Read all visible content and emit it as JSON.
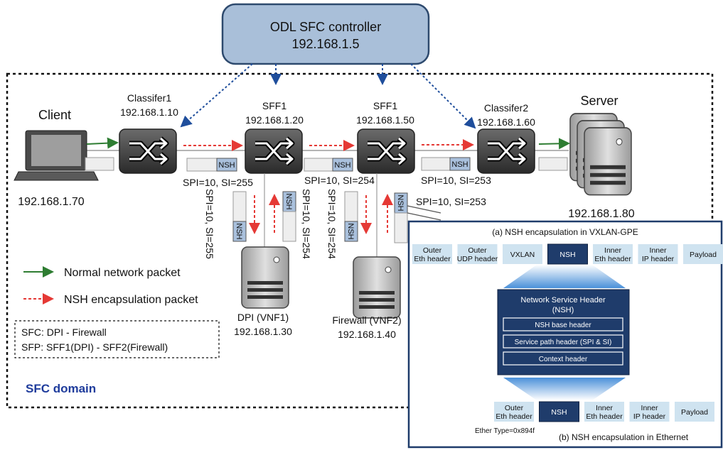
{
  "controller": {
    "title": "ODL SFC controller",
    "ip": "192.168.1.5"
  },
  "client": {
    "label": "Client",
    "ip": "192.168.1.70"
  },
  "classifier1": {
    "label": "Classifer1",
    "ip": "192.168.1.10"
  },
  "sff_a": {
    "label": "SFF1",
    "ip": "192.168.1.20"
  },
  "sff_b": {
    "label": "SFF1",
    "ip": "192.168.1.50"
  },
  "classifier2": {
    "label": "Classifer2",
    "ip": "192.168.1.60"
  },
  "server": {
    "label": "Server",
    "ip": "192.168.1.80"
  },
  "dpi": {
    "label": "DPI (VNF1)",
    "ip": "192.168.1.30"
  },
  "firewall": {
    "label": "Firewall (VNF2)",
    "ip": "192.168.1.40"
  },
  "nsh_tag": "NSH",
  "spi": {
    "h1": "SPI=10, SI=255",
    "h2": "SPI=10, SI=254",
    "h3": "SPI=10, SI=253",
    "h4": "SPI=10, SI=253",
    "v1": "SPI=10, SI=255",
    "v2": "SPI=10, SI=254",
    "v3": "SPI=10, SI=254"
  },
  "legend": {
    "normal": "Normal network packet",
    "nsh": "NSH encapsulation packet"
  },
  "sfc_box": {
    "line1": "SFC: DPI - Firewall",
    "line2": "SFP: SFF1(DPI) - SFF2(Firewall)"
  },
  "domain_label": "SFC domain",
  "panel": {
    "title_a": "(a) NSH encapsulation in VXLAN-GPE",
    "row_a": [
      "Outer\nEth header",
      "Outer\nUDP header",
      "VXLAN",
      "NSH",
      "Inner\nEth header",
      "Inner\nIP header",
      "Payload"
    ],
    "nsh_box_title": "Network Service Header\n(NSH)",
    "nsh_fields": [
      "NSH base header",
      "Service path header (SPI & SI)",
      "Context header"
    ],
    "row_b": [
      "Outer\nEth header",
      "NSH",
      "Inner\nEth header",
      "Inner\nIP header",
      "Payload"
    ],
    "ether_type": "Ether Type=0x894f",
    "title_b": "(b) NSH encapsulation in Ethernet"
  },
  "colors": {
    "controller_fill": "#a9bfd9",
    "controller_stroke": "#2e4a6e",
    "green": "#2e7d32",
    "red": "#e53935",
    "blue_dotted": "#1f4e9c",
    "cell": "#cfe3f0",
    "nsh_dark": "#1f3c6b",
    "domain_label": "#1f3c9c"
  }
}
